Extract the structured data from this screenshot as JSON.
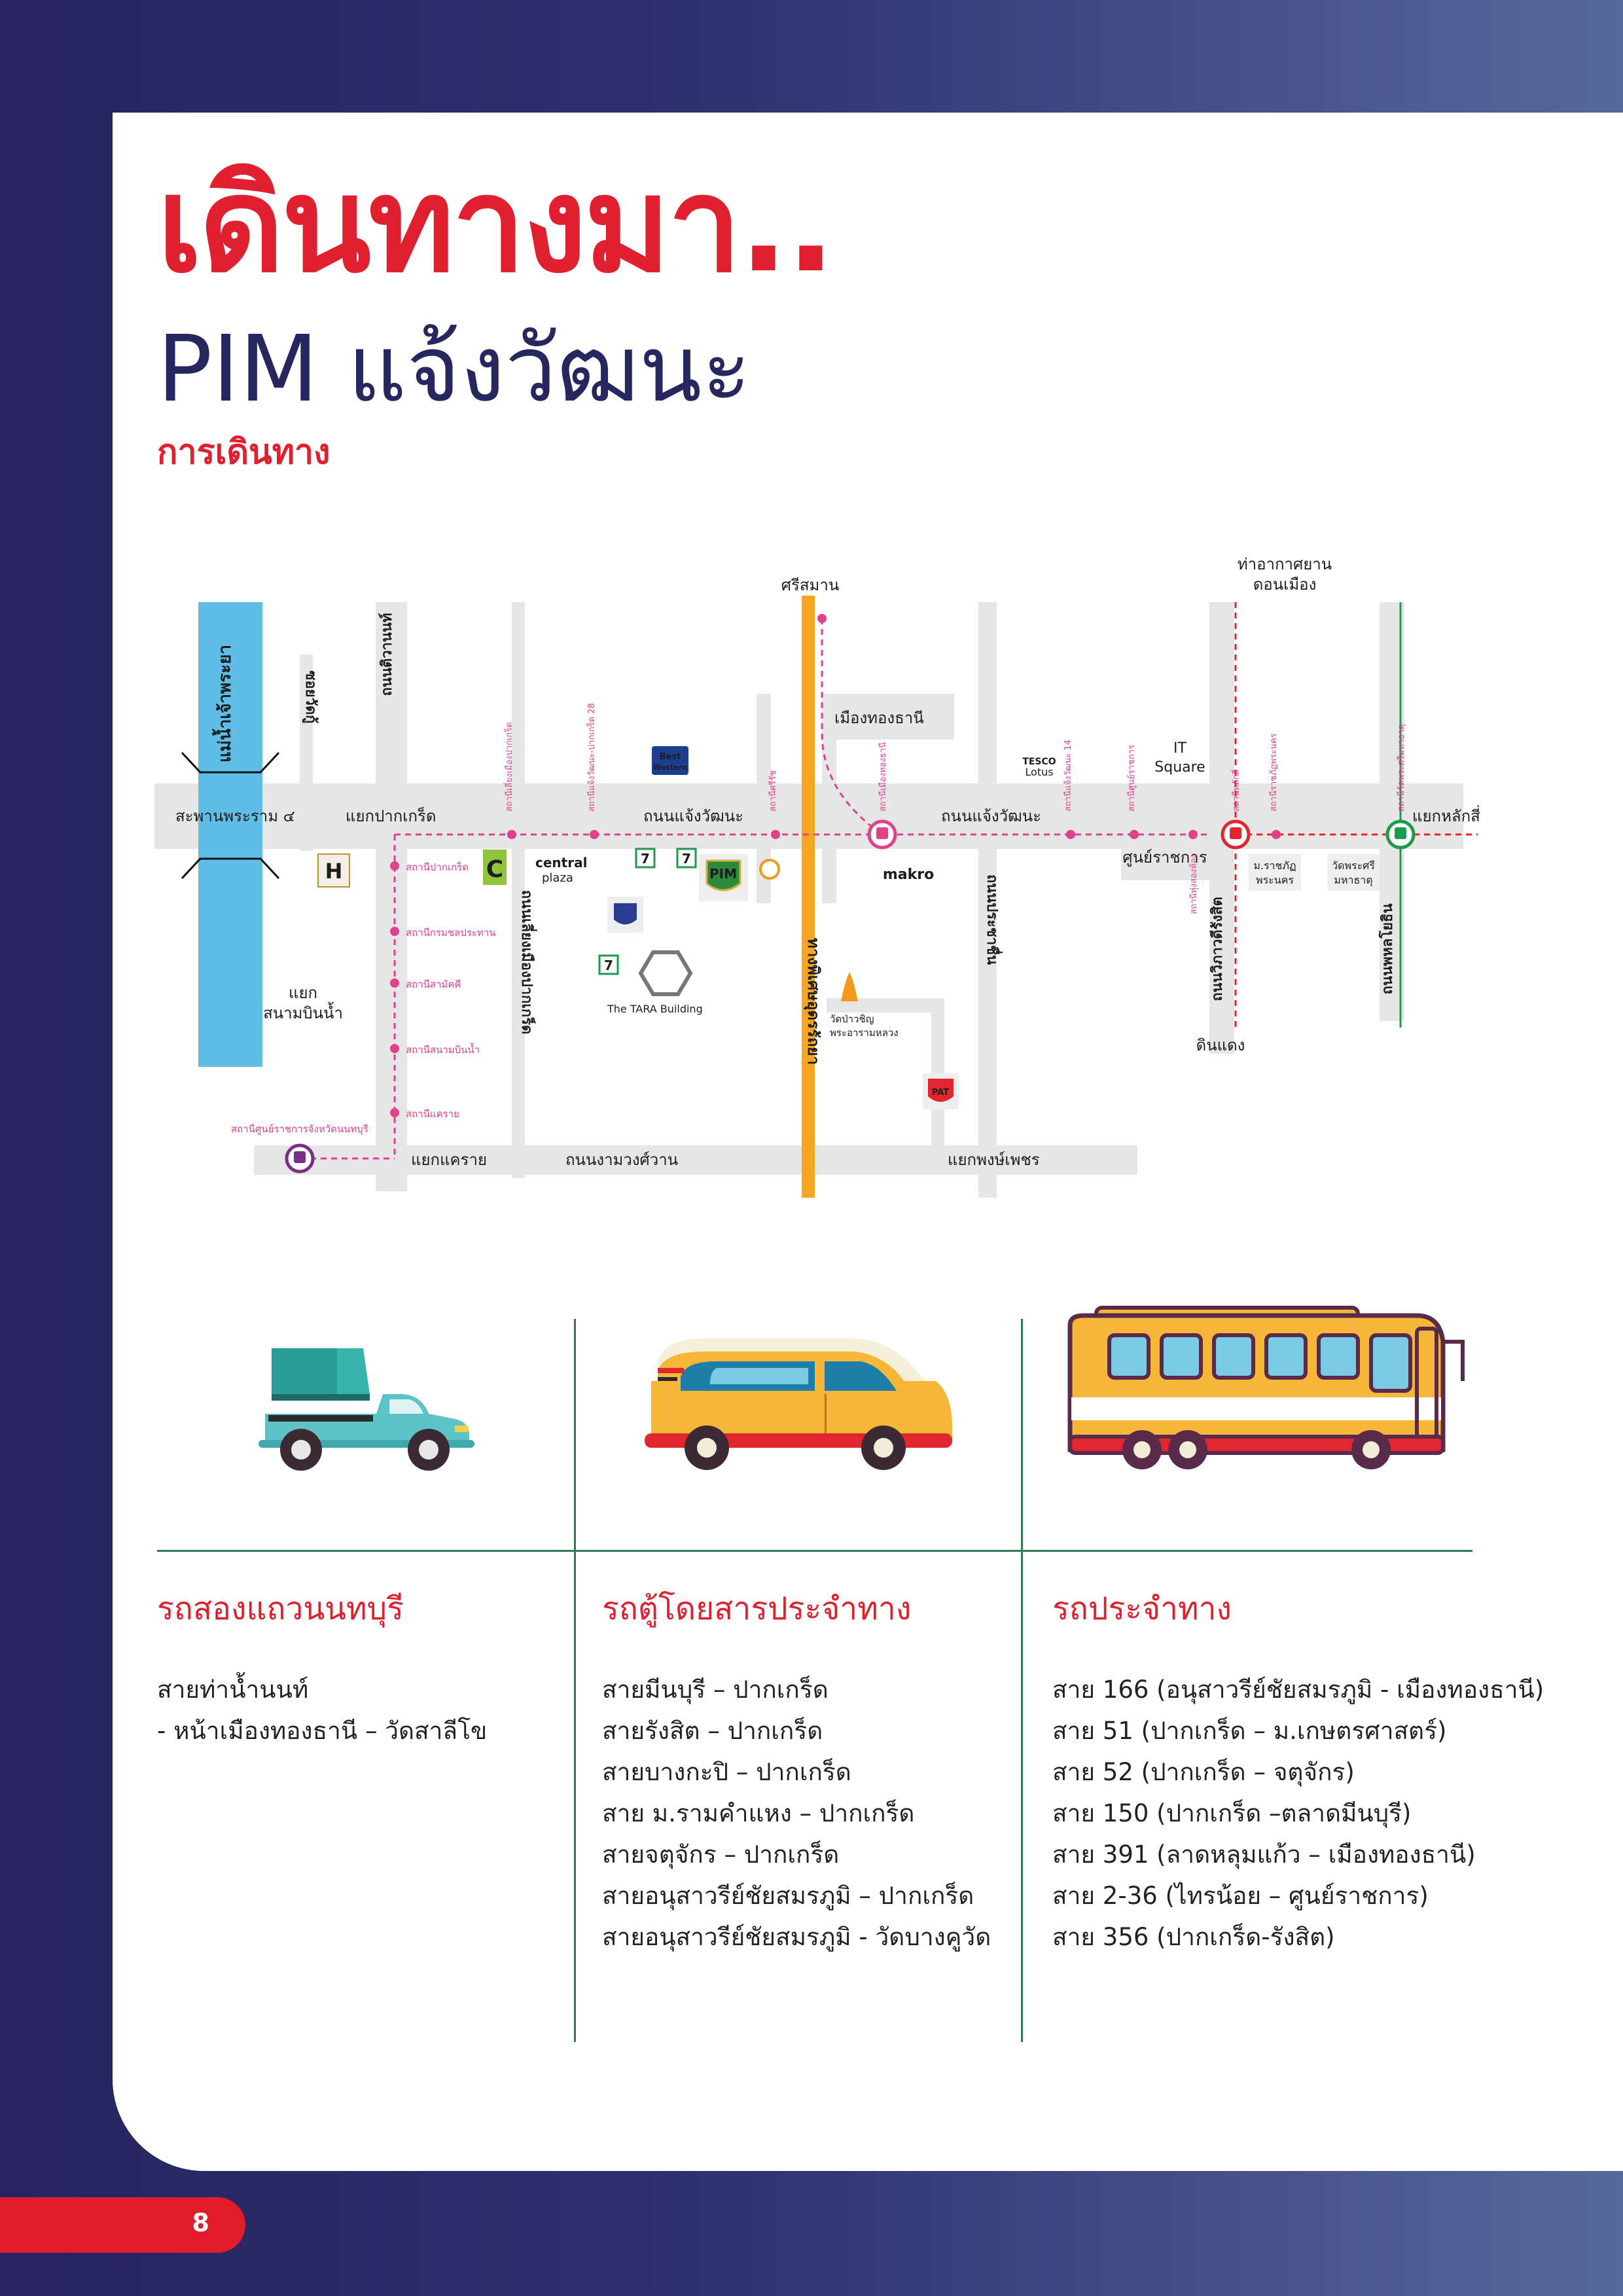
{
  "header": {
    "title": "เดินทางมา..",
    "subtitle": "PIM แจ้งวัฒนะ",
    "section": "การเดินทาง"
  },
  "map": {
    "roads": {
      "chaengwattana_main": "ถนนแจ้งวัฒนะ",
      "chaengwattana_east": "ถนนแจ้งวัฒนะ",
      "tiwanon": "ถนนติวานนท์",
      "soi_watku": "ซอยวัดกู้",
      "laeng_muang_pakkret": "ถนนเลี่ยงเมืองปากเกร็ด",
      "ngamwongwan": "ถนนงามวงศ์วาน",
      "prachachuen": "ถนนประชาชื่น",
      "vibhavadi": "ถนนวิภาวดีรังสิต",
      "phahonyothin": "ถนนพหลโยธิน",
      "expressway": "ทางพิเศษอุดรรัถยา"
    },
    "places": {
      "river": "แม่น้ำเจ้าพระยา",
      "bridge": "สะพานพระราม ๔",
      "pakkret_junction": "แยกปากเกร็ด",
      "sanambinnam_1": "แยก",
      "sanambinnam_2": "สนามบินน้ำ",
      "khae_rai": "แยกแคราย",
      "phong_phet": "แยกพงษ์เพชร",
      "lak_si": "แยกหลักสี่",
      "don_mueang_1": "ท่าอากาศยาน",
      "don_mueang_2": "ดอนเมือง",
      "si_saman": "ศรีสมาน",
      "din_daeng": "ดินแดง",
      "muang_thong": "เมืองทองธานี",
      "govt_center": "ศูนย์ราชการ",
      "it_square_1": "IT",
      "it_square_2": "Square",
      "central_1": "central",
      "central_2": "plaza",
      "makro": "makro",
      "tesco_1": "TESCO",
      "tesco_2": "Lotus",
      "tara": "The TARA Building",
      "bestwestern_1": "Best",
      "bestwestern_2": "Western",
      "pim": "PIM",
      "pat": "PAT",
      "hotel": "H",
      "seven": "7",
      "big_c": "C",
      "wat_pa_1": "วัดป่าวชิญ",
      "wat_pa_2": "พระอารามหลวง",
      "rajabhat_1": "ม.ราชภัฏ",
      "rajabhat_2": "พระนคร",
      "wat_phra_si_1": "วัดพระศรี",
      "wat_phra_si_2": "มหาธาตุ"
    },
    "stations": {
      "s_pakkret_bypass": "สถานีเลี่ยงเมืองปากเกร็ด",
      "s_soi28": "สถานีแจ้งวัฒนะ-ปากเกร็ด 28",
      "s_sriratch": "สถานีศรีรัช",
      "s_muang_thong": "สถานีเมืองทองธานี",
      "s_soi14": "สถานีแจ้งวัฒนะ 14",
      "s_govt": "สถานีศูนย์ราชการ",
      "s_lak_si": "สถานีหลักสี่",
      "s_thung_song_hong": "สถานีทุ่งสองห้อง",
      "s_rajabhat": "สถานีราชภัฏพระนคร",
      "s_wat_phra_si": "สถานีวัดพระศรีมหาธาตุ",
      "s_pakkret": "สถานีปากเกร็ด",
      "s_kromchon": "สถานีกรมชลประทาน",
      "s_sanam_bin_nam": "สถานีสนามบินน้ำ",
      "s_samakkhi": "สถานีสามัคคี",
      "s_khae_rai": "สถานีแคราย",
      "s_nonthaburi_center": "สถานีศูนย์ราชการจังหวัดนนทบุรี"
    }
  },
  "transport": [
    {
      "title": "รถสองแถวนนทบุรี",
      "lines": [
        "สายท่าน้ำนนท์",
        "- หน้าเมืองทองธานี – วัดสาลีโข"
      ]
    },
    {
      "title": "รถตู้โดยสารประจำทาง",
      "lines": [
        "สายมีนบุรี – ปากเกร็ด",
        "สายรังสิต – ปากเกร็ด",
        "สายบางกะปิ – ปากเกร็ด",
        "สาย ม.รามคำแหง – ปากเกร็ด",
        "สายจตุจักร – ปากเกร็ด",
        "สายอนุสาวรีย์ชัยสมรภูมิ – ปากเกร็ด",
        "สายอนุสาวรีย์ชัยสมรภูมิ - วัดบางคูวัด"
      ]
    },
    {
      "title": "รถประจำทาง",
      "lines": [
        "สาย 166 (อนุสาวรีย์ชัยสมรภูมิ - เมืองทองธานี)",
        "สาย 51 (ปากเกร็ด – ม.เกษตรศาสตร์)",
        "สาย 52 (ปากเกร็ด – จตุจักร)",
        "สาย 150 (ปากเกร็ด –ตลาดมีนบุรี)",
        "สาย 391 (ลาดหลุมแก้ว – เมืองทองธานี)",
        "สาย 2-36 (ไทรน้อย – ศูนย์ราชการ)",
        "สาย 356 (ปากเกร็ด-รังสิต)"
      ]
    }
  ],
  "icons": {
    "songthaew": "pickup-truck-icon",
    "van": "minibus-icon",
    "bus": "city-bus-icon"
  },
  "colors": {
    "accent_red": "#e0202e",
    "navy": "#27275f",
    "pink_line": "#e0408c",
    "red_line": "#e2262f",
    "green_line": "#1e9a4c",
    "expressway": "#f6a623",
    "river": "#5fbde6",
    "road": "#e6e6e6"
  },
  "page": {
    "number": "8"
  }
}
